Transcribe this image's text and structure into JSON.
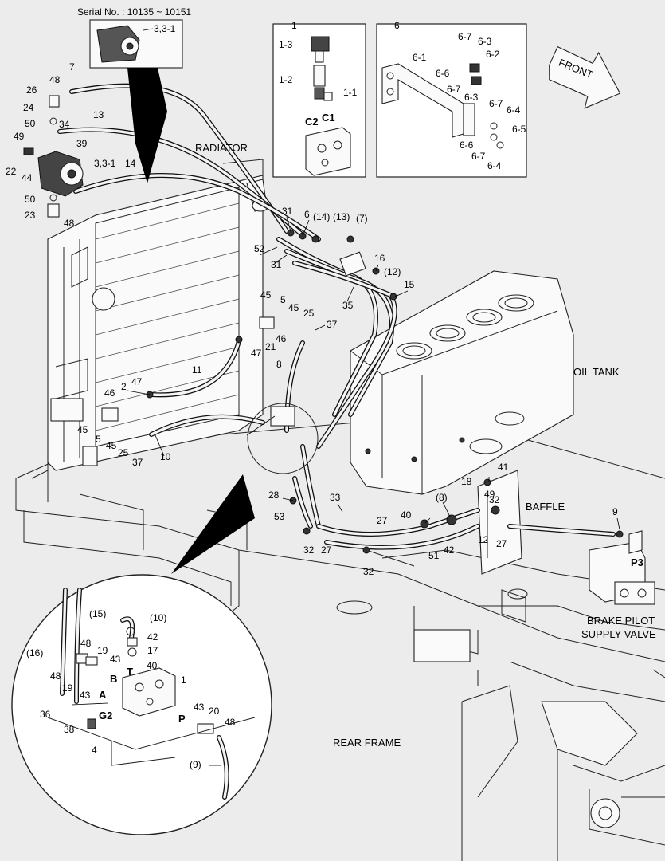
{
  "header": {
    "serial": "Serial No. : 10135 ~ 10151",
    "serial_part": "3,3-1"
  },
  "boxes": {
    "box1": {
      "number": "1",
      "parts": [
        "1-3",
        "1-2",
        "1-1"
      ],
      "ports": [
        "C2",
        "C1"
      ]
    },
    "box6": {
      "number": "6",
      "parts": [
        "6-7",
        "6-3",
        "6-2",
        "6-1",
        "6-6",
        "6-7",
        "6-3",
        "6-7",
        "6-4",
        "6-5",
        "6-6",
        "6-7",
        "6-4"
      ]
    }
  },
  "front_label": "FRONT",
  "areas": {
    "radiator": "RADIATOR",
    "oil_tank": "OIL TANK",
    "baffle": "BAFFLE",
    "rear_frame": "REAR FRAME",
    "brake_valve_line1": "BRAKE PILOT",
    "brake_valve_line2": "SUPPLY VALVE",
    "p3": "P3"
  },
  "pump_labels": [
    "7",
    "26",
    "48",
    "24",
    "13",
    "50",
    "34",
    "49",
    "39",
    "22",
    "44",
    "3,3-1",
    "14",
    "50",
    "23",
    "48"
  ],
  "hose_labels": [
    "31",
    "6",
    "(14)",
    "(13)",
    "(7)",
    "52",
    "31",
    "16",
    "(12)",
    "35",
    "15",
    "45",
    "5",
    "45",
    "25",
    "37",
    "46",
    "47",
    "21",
    "8",
    "11",
    "2",
    "47",
    "46",
    "45",
    "5",
    "45",
    "25",
    "37",
    "10",
    "28",
    "53",
    "33",
    "27",
    "32",
    "27",
    "32",
    "40",
    "(8)",
    "51",
    "42",
    "41",
    "18",
    "49",
    "32",
    "12",
    "27",
    "9"
  ],
  "detail_labels": [
    "(15)",
    "(10)",
    "42",
    "17",
    "40",
    "(16)",
    "48",
    "19",
    "43",
    "48",
    "B",
    "T",
    "1",
    "19",
    "43",
    "A",
    "36",
    "G2",
    "38",
    "4",
    "P",
    "43",
    "20",
    "48",
    "(9)"
  ]
}
